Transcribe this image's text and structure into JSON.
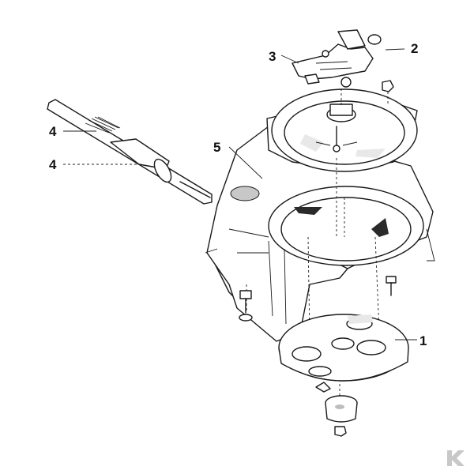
{
  "callouts": [
    {
      "id": "c1",
      "text": "1"
    },
    {
      "id": "c2",
      "text": "2"
    },
    {
      "id": "c3",
      "text": "3"
    },
    {
      "id": "c4a",
      "text": "4"
    },
    {
      "id": "c4b",
      "text": "4"
    },
    {
      "id": "c5",
      "text": "5"
    }
  ],
  "colors": {
    "line": "#1a1a1a",
    "brand_logo": "#c8c8c8",
    "background": "#ffffff"
  }
}
